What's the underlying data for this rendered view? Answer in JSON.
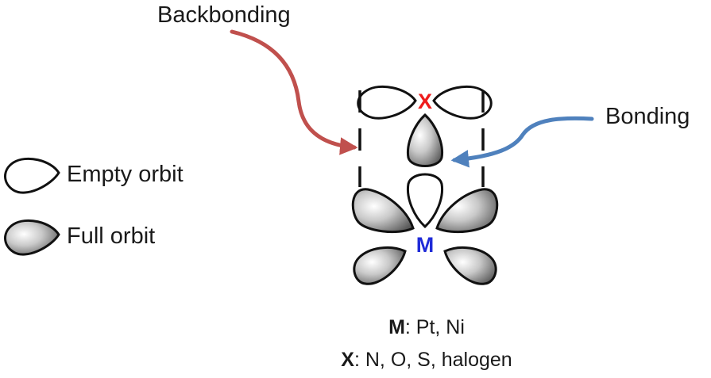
{
  "labels": {
    "backbonding": "Backbonding",
    "bonding": "Bonding",
    "empty_orbit": "Empty orbit",
    "full_orbit": "Full orbit"
  },
  "atoms": {
    "x": {
      "symbol": "X",
      "color": "#ee1c1c"
    },
    "m": {
      "symbol": "M",
      "color": "#1f2bd8"
    }
  },
  "caption": {
    "line1": {
      "key": "M",
      "value": ": Pt, Ni"
    },
    "line2": {
      "key": "X",
      "value": ": N, O, S, halogen"
    }
  },
  "colors": {
    "backbonding_arrow": "#c0504d",
    "bonding_arrow": "#4f81bd",
    "orbital_outline": "#111111"
  },
  "legend": [
    {
      "label_key": "empty_orbit",
      "icon": "empty-orbital-icon"
    },
    {
      "label_key": "full_orbit",
      "icon": "full-orbital-icon"
    }
  ]
}
